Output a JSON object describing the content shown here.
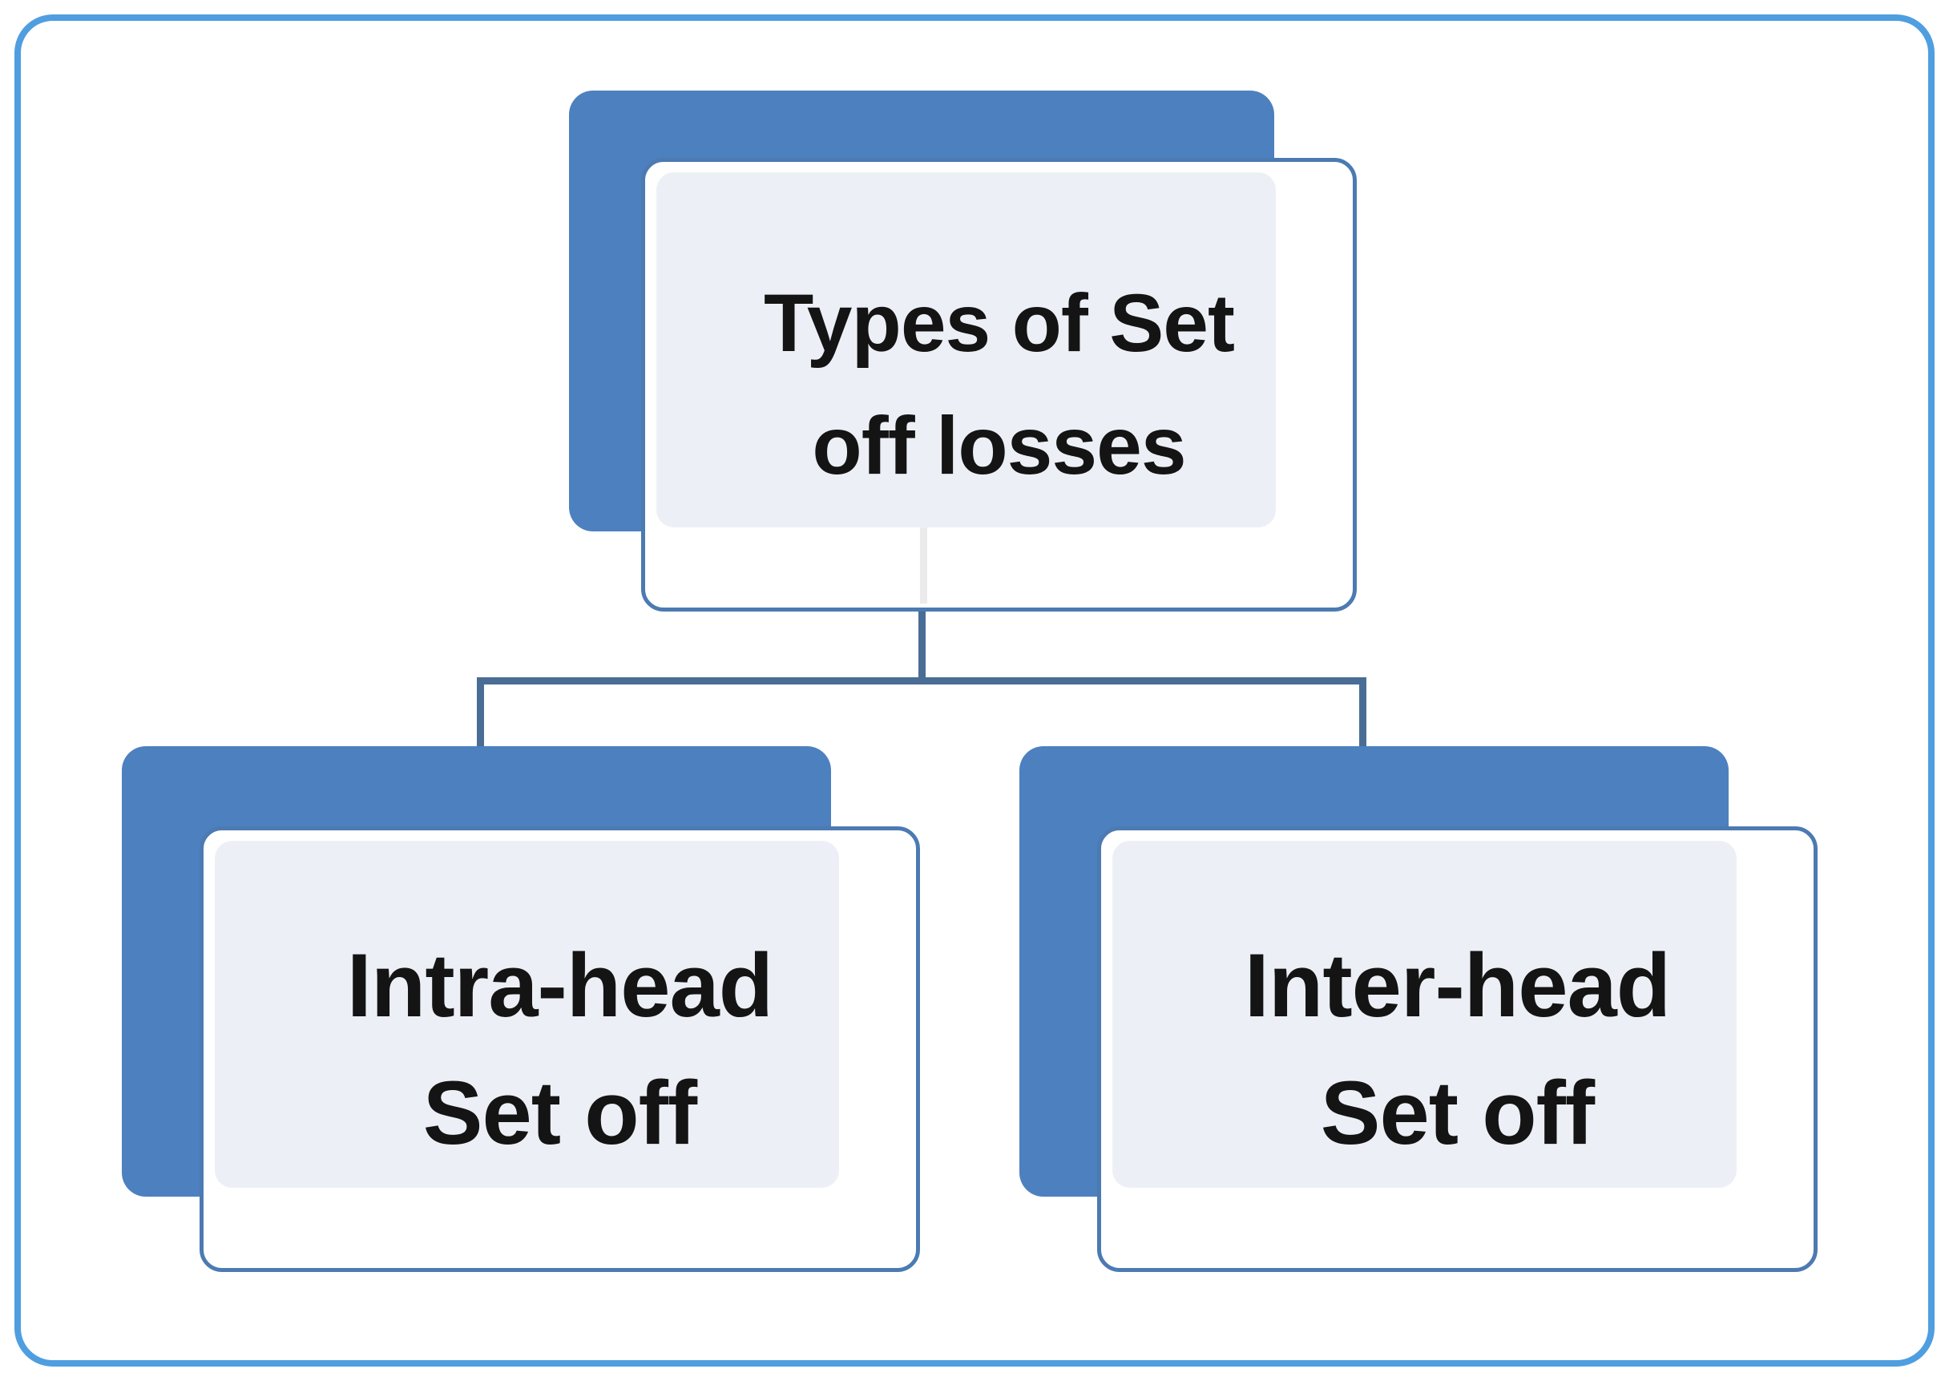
{
  "diagram": {
    "type": "hierarchy",
    "root": {
      "label": "Types of Set\noff losses"
    },
    "children": [
      {
        "label": "Intra-head\nSet off"
      },
      {
        "label": "Inter-head\nSet off"
      }
    ]
  },
  "colors": {
    "back_box_fill": "#4d80bf",
    "front_box_fill": "#ffffff",
    "front_box_border": "#4c7ab2",
    "inner_panel_fill": "#ecf0f6",
    "connector_line": "#4a6d96",
    "outer_frame_border": "#4f9ee0",
    "text": "#141414",
    "background": "#ffffff"
  }
}
